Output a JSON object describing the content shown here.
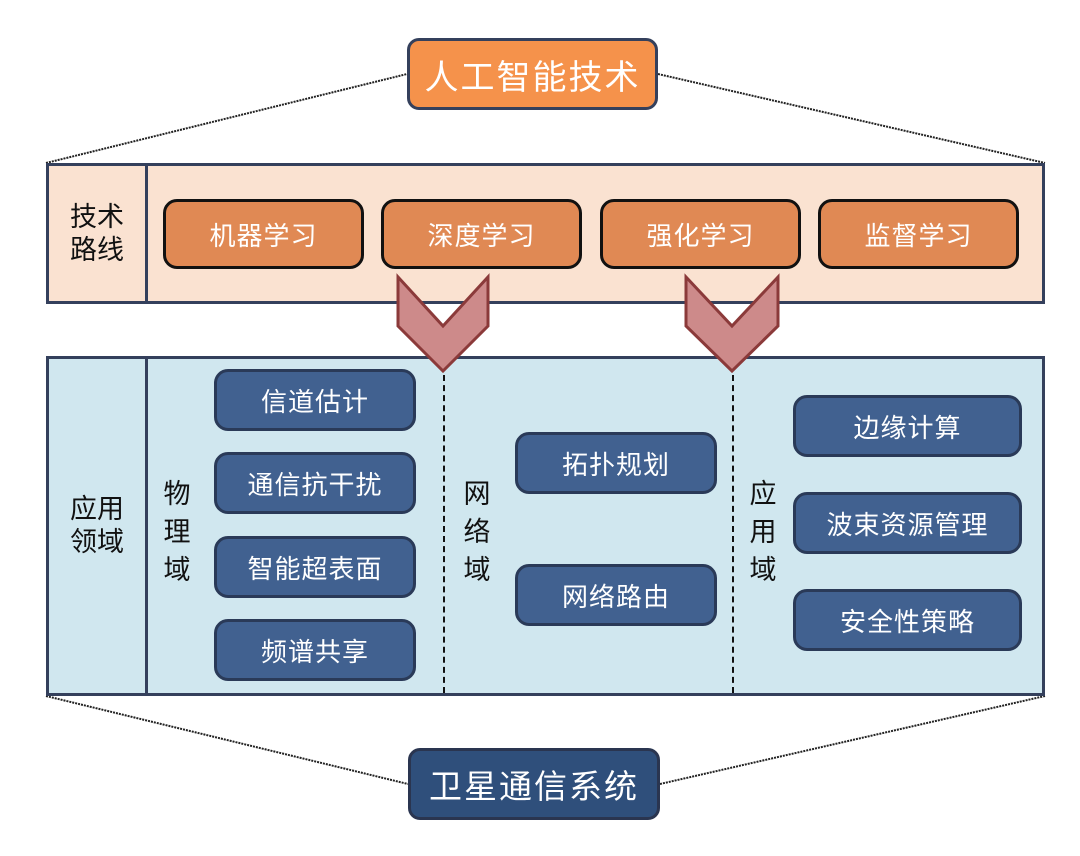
{
  "top": {
    "title": "人工智能技术"
  },
  "bottom": {
    "title": "卫星通信系统"
  },
  "tech_row": {
    "label_line1": "技术",
    "label_line2": "路线",
    "items": [
      "机器学习",
      "深度学习",
      "强化学习",
      "监督学习"
    ]
  },
  "app_row": {
    "label_line1": "应用",
    "label_line2": "领域",
    "domains": [
      {
        "name_chars": [
          "物",
          "理",
          "域"
        ],
        "items": [
          "信道估计",
          "通信抗干扰",
          "智能超表面",
          "频谱共享"
        ]
      },
      {
        "name_chars": [
          "网",
          "络",
          "域"
        ],
        "items": [
          "拓扑规划",
          "网络路由"
        ]
      },
      {
        "name_chars": [
          "应",
          "用",
          "域"
        ],
        "items": [
          "边缘计算",
          "波束资源管理",
          "安全性策略"
        ]
      }
    ]
  },
  "colors": {
    "ai_orange": "#f5924b",
    "tech_pill": "#e08954",
    "tech_panel": "#fae2d1",
    "app_panel": "#d0e7ef",
    "app_pill": "#416190",
    "satellite_blue": "#2f4f7b",
    "arrow_fill": "#cd8a8a",
    "arrow_stroke": "#8b3a3a"
  }
}
